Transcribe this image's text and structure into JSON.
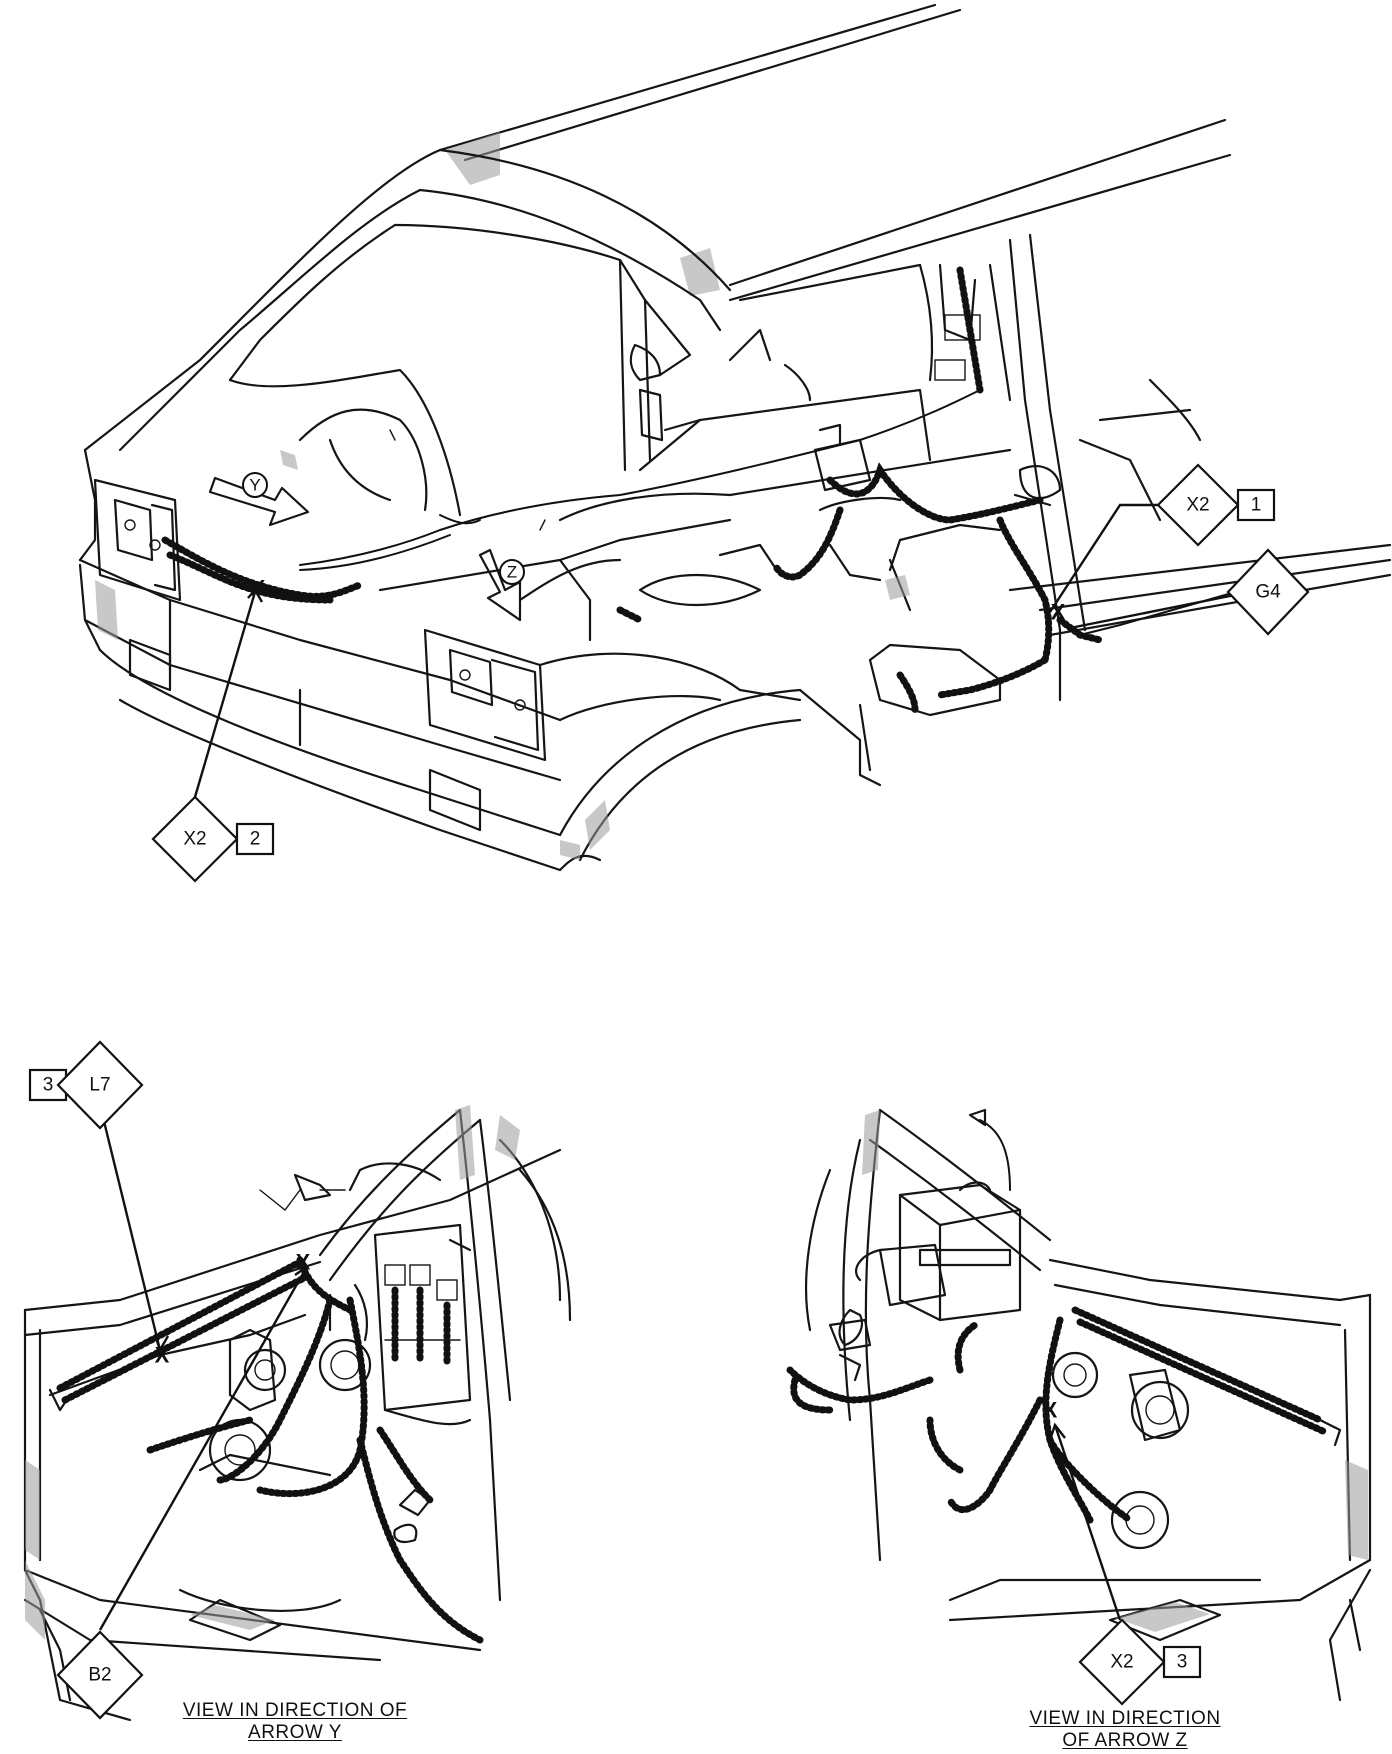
{
  "callouts": {
    "x2_1": {
      "code": "X2",
      "num": "1"
    },
    "x2_2": {
      "code": "X2",
      "num": "2"
    },
    "x2_3": {
      "code": "X2",
      "num": "3"
    },
    "g4": {
      "code": "G4"
    },
    "l7": {
      "code": "L7",
      "num": "3"
    },
    "b2": {
      "code": "B2"
    }
  },
  "arrows": {
    "y": "Y",
    "z": "Z"
  },
  "marks": {
    "x": "X"
  },
  "captions": {
    "view_y": {
      "line1": "VIEW IN DIRECTION OF",
      "line2": "ARROW Y"
    },
    "view_z": {
      "line1": "VIEW IN DIRECTION",
      "line2": "OF ARROW Z"
    }
  }
}
